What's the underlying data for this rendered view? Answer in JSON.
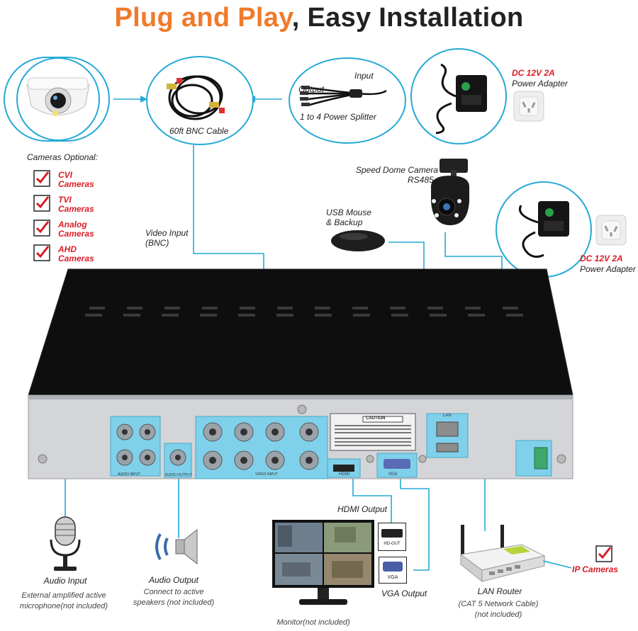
{
  "title": {
    "accent": "Plug and Play",
    "rest": ", Easy Installation"
  },
  "top": {
    "cable_label": "60ft BNC Cable",
    "splitter_input": "Input",
    "splitter_output": "Output",
    "splitter_label": "1 to 4 Power Splitter",
    "adapter1_line1": "DC 12V 2A",
    "adapter1_line2": "Power Adapter"
  },
  "cameras": {
    "heading": "Cameras Optional:",
    "types": [
      {
        "line1": "CVI",
        "line2": "Cameras"
      },
      {
        "line1": "TVI",
        "line2": "Cameras"
      },
      {
        "line1": "Analog",
        "line2": "Cameras"
      },
      {
        "line1": "AHD",
        "line2": "Cameras"
      }
    ]
  },
  "middle": {
    "speed_dome_line1": "Speed Dome Camera",
    "speed_dome_line2": "RS485",
    "mouse_line1": "USB Mouse",
    "mouse_line2": "& Backup",
    "video_input_line1": "Video Input",
    "video_input_line2": "(BNC)",
    "adapter2_line1": "DC 12V 2A",
    "adapter2_line2": "Power Adapter"
  },
  "dvr": {
    "caution": "CAUTION",
    "lan": "LAN",
    "hdmi": "HDMI",
    "vga": "VGA",
    "audio_input": "AUDIO INPUT",
    "audio_output": "AUDIO OUTPUT",
    "video_input": "VIDEO INPUT"
  },
  "bottom": {
    "audio_input_title": "Audio Input",
    "audio_input_desc1": "External amplified active",
    "audio_input_desc2": "microphone(not included)",
    "audio_output_title": "Audio Output",
    "audio_output_desc1": "Connect to active",
    "audio_output_desc2": "speakers (not included)",
    "hdmi_output": "HDMI Output",
    "vga_output": "VGA Output",
    "hd_out": "HD-OUT",
    "vga_port": "VGA",
    "monitor": "Monitor(not included)",
    "lan_router_title": "LAN Router",
    "lan_router_desc1": "(CAT 5 Network Cable)",
    "lan_router_desc2": "(not included)",
    "ip_cameras": "IP Cameras"
  },
  "colors": {
    "accent": "#f07a2a",
    "line": "#25a9d6",
    "check": "#d81d25",
    "port_highlight": "#7fd0ea"
  }
}
